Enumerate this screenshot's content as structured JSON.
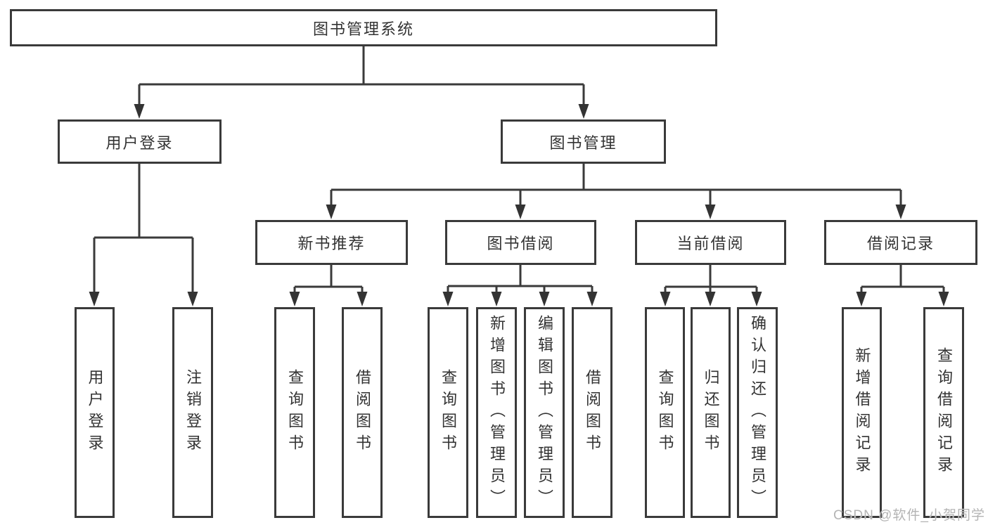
{
  "diagram_type": "hierarchy-tree",
  "colors": {
    "line": "#3a3a3a",
    "box_border": "#3a3a3a",
    "text": "#333333",
    "background": "#ffffff",
    "watermark": "#b4b4b4"
  },
  "tree": {
    "root": {
      "label": "图书管理系统"
    },
    "branches": [
      {
        "label": "用户登录",
        "children": [
          "用户登录",
          "注销登录"
        ]
      },
      {
        "label": "图书管理",
        "children": [
          {
            "label": "新书推荐",
            "children": [
              "查询图书",
              "借阅图书"
            ]
          },
          {
            "label": "图书借阅",
            "children": [
              "查询图书",
              "新增图书（管理员）",
              "编辑图书（管理员）",
              "借阅图书"
            ]
          },
          {
            "label": "当前借阅",
            "children": [
              "查询图书",
              "归还图书",
              "确认归还（管理员）"
            ]
          },
          {
            "label": "借阅记录",
            "children": [
              "新增借阅记录",
              "查询借阅记录"
            ]
          }
        ]
      }
    ]
  },
  "watermark": "CSDN @软件_小贺同学"
}
